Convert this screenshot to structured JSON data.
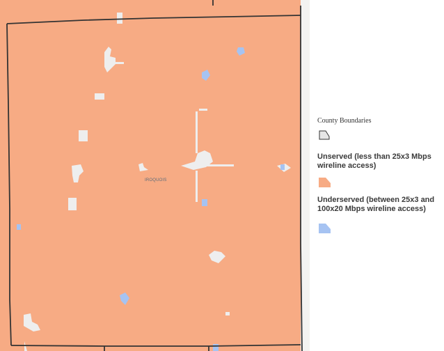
{
  "map": {
    "county_label": "IROQUOIS",
    "colors": {
      "unserved": "#f7ab84",
      "underserved": "#a6c3f2",
      "county_boundary": "#333333",
      "background": "#f3f3f1"
    }
  },
  "legend": {
    "items": [
      {
        "label": "County Boundaries",
        "swatch": "county-boundary-icon",
        "color": "#e6e6e6"
      },
      {
        "label": "Unserved (less than 25x3 Mbps wireline access)",
        "swatch": "unserved-swatch-icon",
        "color": "#f7ab84"
      },
      {
        "label": "Underserved (between 25x3 and 100x20 Mbps wireline access)",
        "swatch": "underserved-swatch-icon",
        "color": "#a6c3f2"
      }
    ]
  }
}
